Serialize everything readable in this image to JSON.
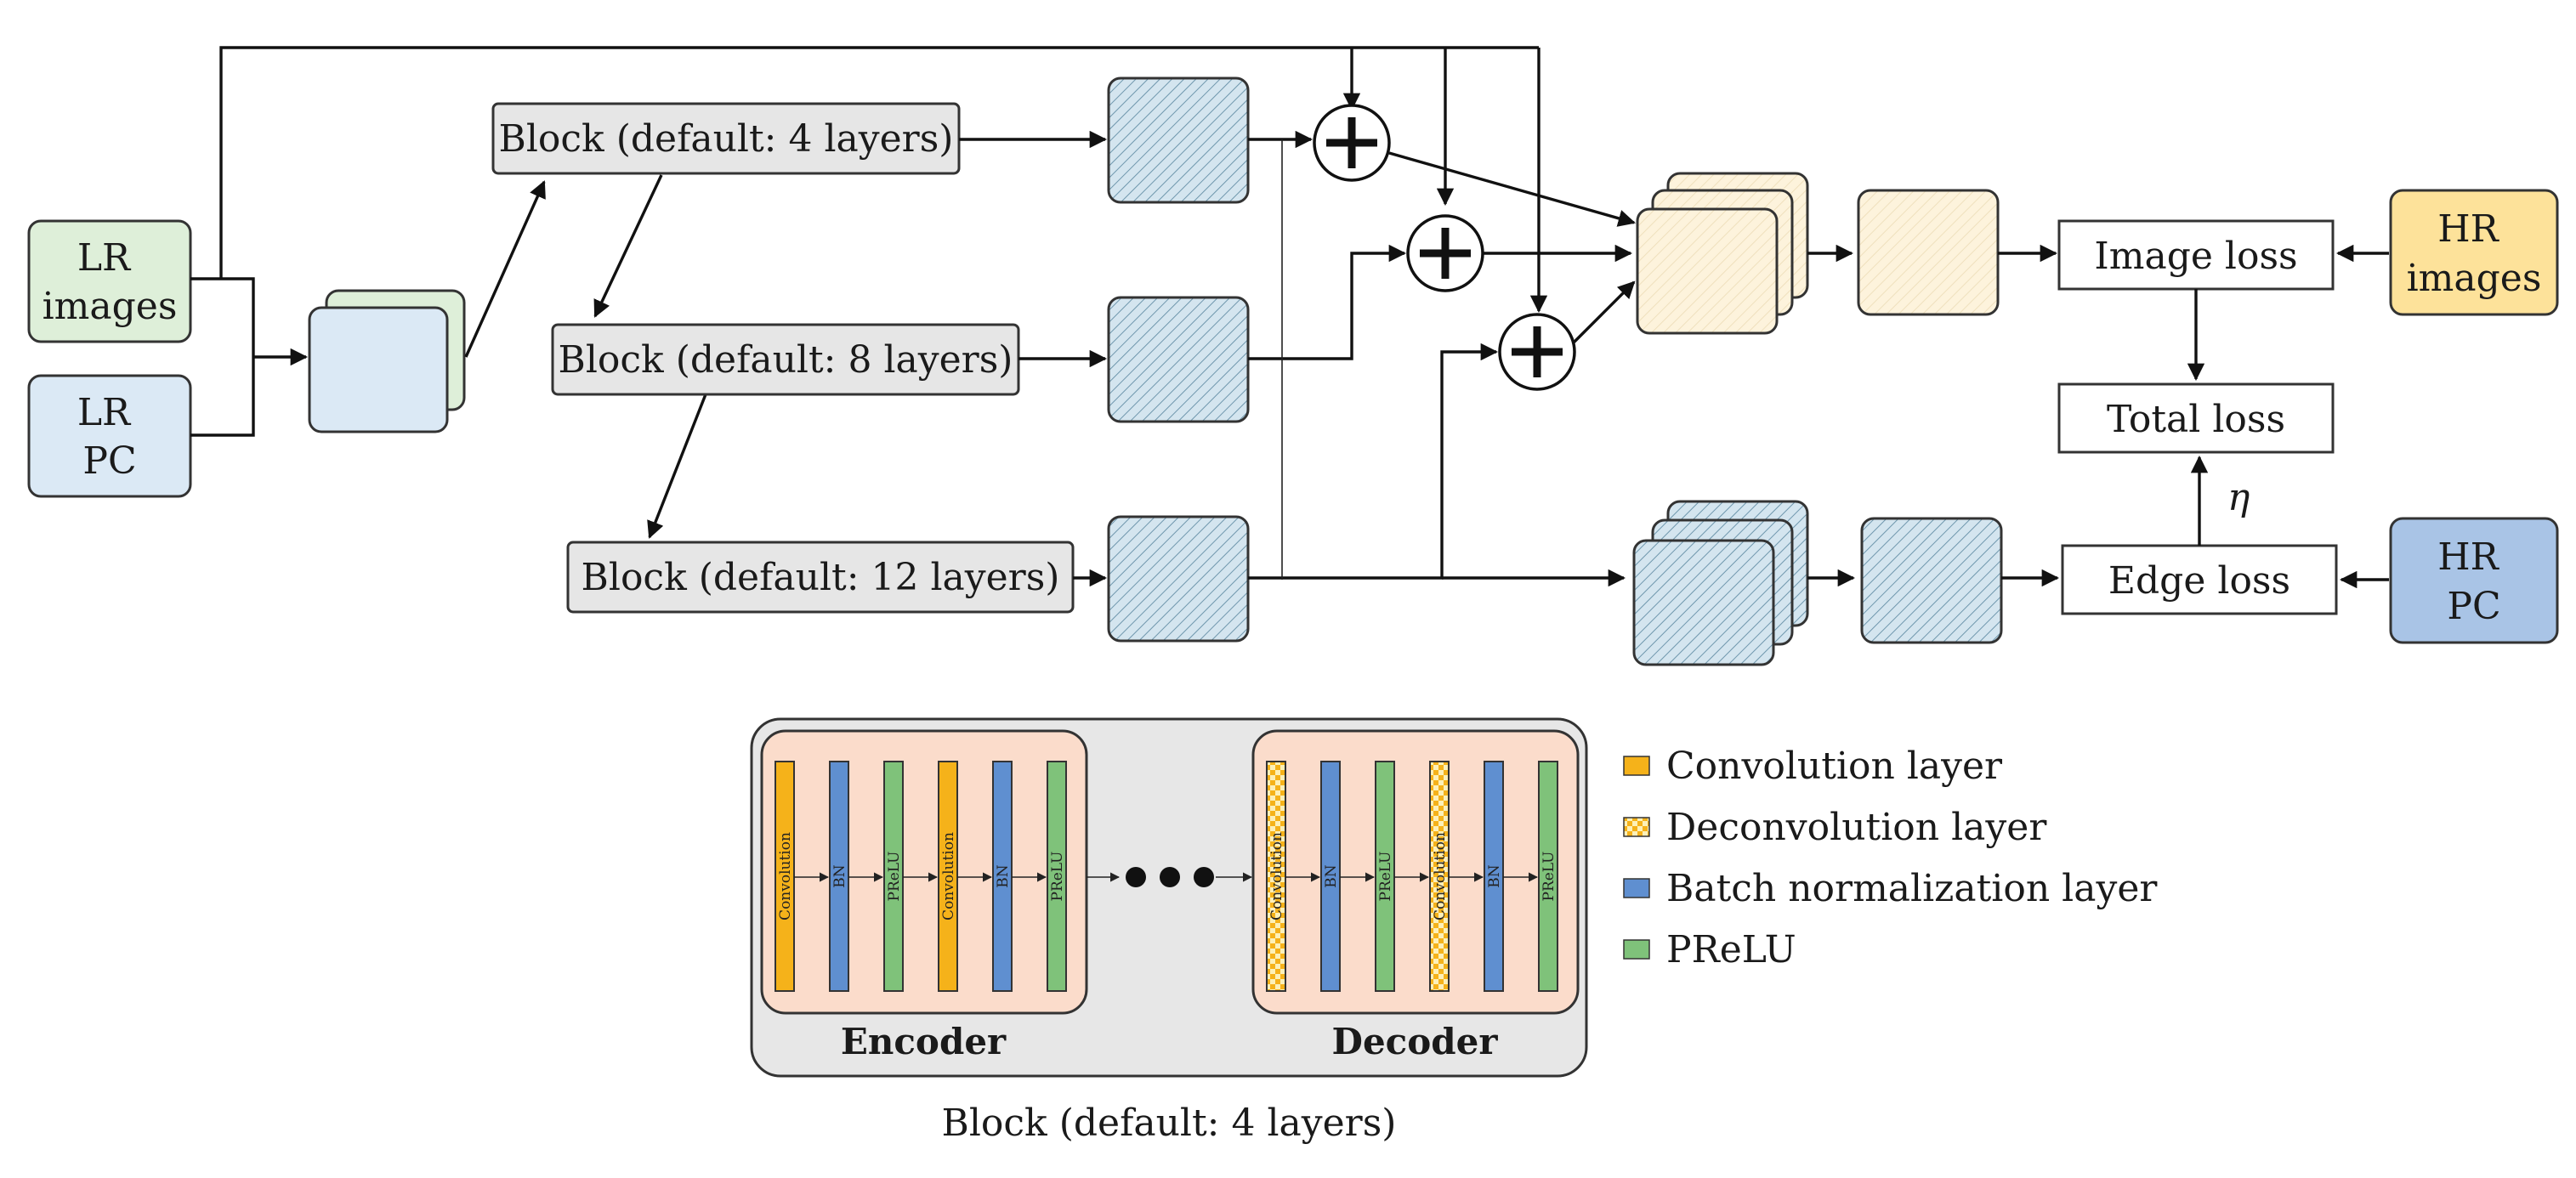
{
  "inputs": {
    "lr_images": "LR\nimages",
    "lr_pc": "LR\nPC",
    "hr_images": "HR\nimages",
    "hr_pc": "HR\nPC"
  },
  "blocks": [
    "Block (default: 4 layers)",
    "Block (default: 8 layers)",
    "Block (default: 12 layers)"
  ],
  "losses": {
    "image_loss": "Image loss",
    "total_loss": "Total loss",
    "edge_loss": "Edge loss",
    "eta": "η"
  },
  "block_detail": {
    "encoder": "Encoder",
    "decoder": "Decoder",
    "caption": "Block (default: 4 layers)",
    "encoder_layers": [
      "Convolution",
      "BN",
      "PReLU",
      "Convolution",
      "BN",
      "PReLU"
    ],
    "decoder_layers": [
      "Convolution",
      "BN",
      "PReLU",
      "Convolution",
      "BN",
      "PReLU"
    ]
  },
  "legend": [
    {
      "label": "Convolution layer",
      "kind": "conv"
    },
    {
      "label": "Deconvolution layer",
      "kind": "deconv"
    },
    {
      "label": "Batch normalization layer",
      "kind": "bn"
    },
    {
      "label": "PReLU",
      "kind": "prelu"
    }
  ],
  "colors": {
    "lr_images": "#deefd9",
    "lr_pc": "#dbe9f5",
    "hr_images": "#fde29a",
    "hr_pc": "#a9c4e6",
    "block_fill": "#e6e6e6",
    "feature_hatch": "#d3e4ee",
    "feature_cream": "#fdf3dc",
    "conv": "#f5b21a",
    "bn": "#5f8fd0",
    "prelu": "#7fc27a",
    "enc_dec_bg": "#fbdccb",
    "panel_bg": "#e7e7e7"
  }
}
